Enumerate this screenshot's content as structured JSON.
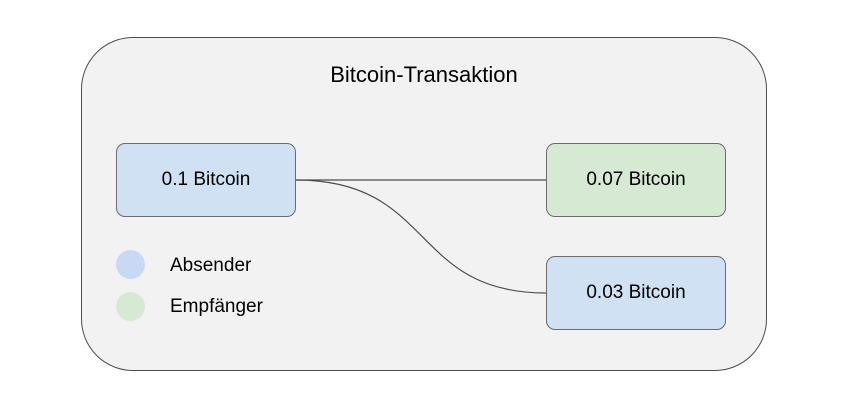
{
  "diagram": {
    "title": "Bitcoin-Transaktion",
    "nodes": {
      "source": {
        "label": "0.1 Bitcoin",
        "color": "#d0e1f3"
      },
      "receiver_1": {
        "label": "0.07 Bitcoin",
        "color": "#d6e9d3"
      },
      "receiver_2": {
        "label": "0.03 Bitcoin",
        "color": "#d0e1f3"
      }
    },
    "legend": {
      "sender": {
        "label": "Absender",
        "color": "#c8d9f5"
      },
      "receiver": {
        "label": "Empfänger",
        "color": "#d6e9d3"
      }
    },
    "colors": {
      "panel_background": "#f2f2f2",
      "panel_border": "#4d4d4d",
      "connector": "#4d4d4d"
    }
  }
}
